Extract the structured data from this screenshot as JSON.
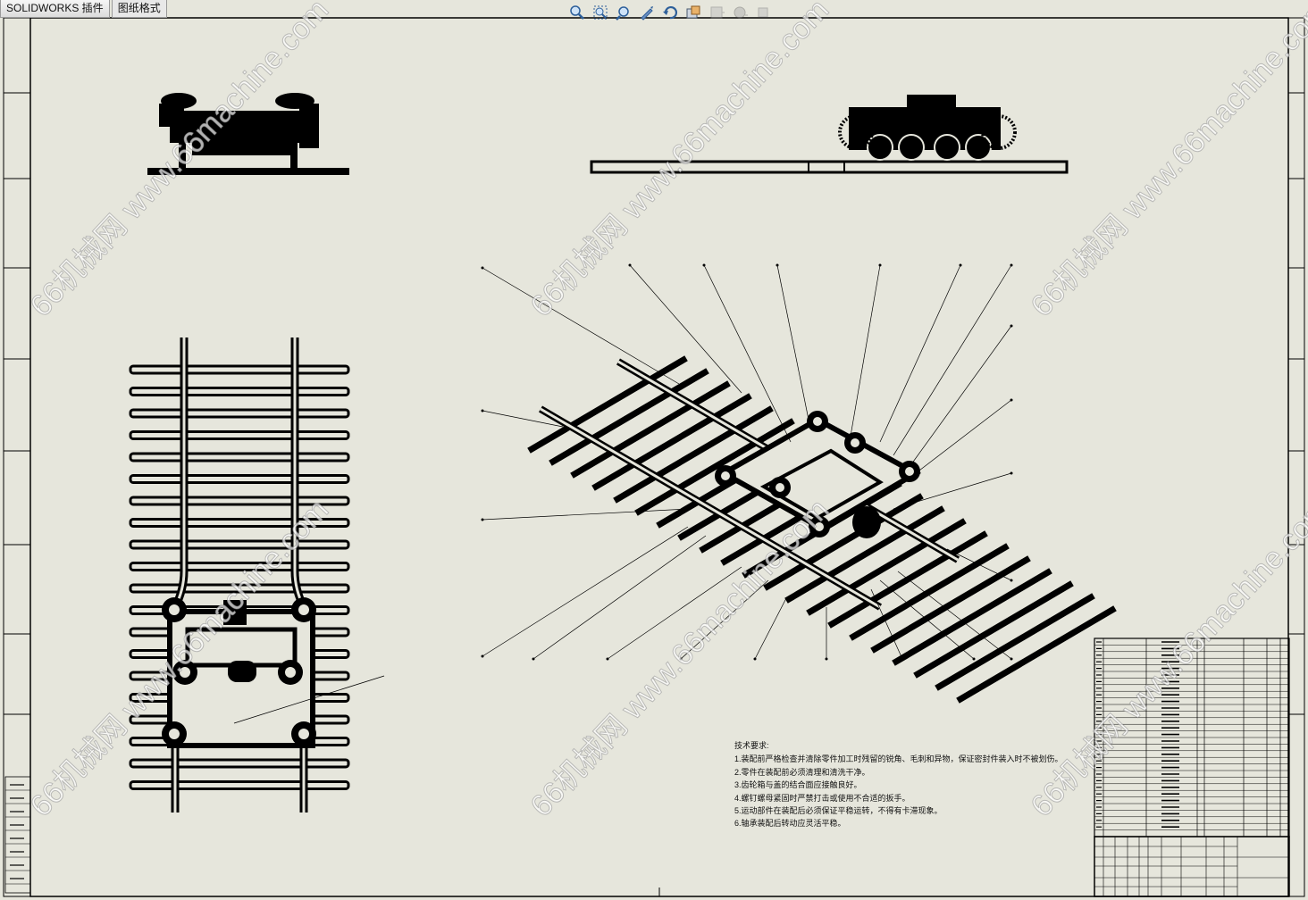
{
  "tabs": [
    {
      "label": "SOLIDWORKS 插件"
    },
    {
      "label": "图纸格式"
    }
  ],
  "view_toolbar": [
    {
      "icon": "zoom-to-fit-icon"
    },
    {
      "icon": "zoom-to-area-icon"
    },
    {
      "icon": "zoom-in-out-icon"
    },
    {
      "icon": "select-icon"
    },
    {
      "icon": "rotate-view-icon"
    },
    {
      "icon": "display-style-icon"
    },
    {
      "icon": "hide-show-items-icon",
      "disabled": true
    },
    {
      "icon": "apply-scene-icon",
      "disabled": true
    },
    {
      "icon": "view-settings-icon",
      "disabled": true
    }
  ],
  "tech_requirements": {
    "title": "技术要求:",
    "items": [
      "1.装配前严格检查并清除零件加工时残留的锐角、毛刺和异物，保证密封件装入时不被划伤。",
      "2.零件在装配前必须清理和清洗干净。",
      "3.齿轮箱与盖的结合面应接触良好。",
      "4.螺钉螺母紧固时严禁打击或使用不合适的扳手。",
      "5.运动部件在装配后必须保证平稳运转，不得有卡滞现象。",
      "6.轴承装配后转动应灵活平稳。"
    ]
  },
  "watermark": {
    "text": "66机械网 www.66machine.com"
  },
  "colors": {
    "sheet_bg": "#e6e6dc",
    "line": "#000000",
    "tab_bg": "#e8e8e8"
  }
}
